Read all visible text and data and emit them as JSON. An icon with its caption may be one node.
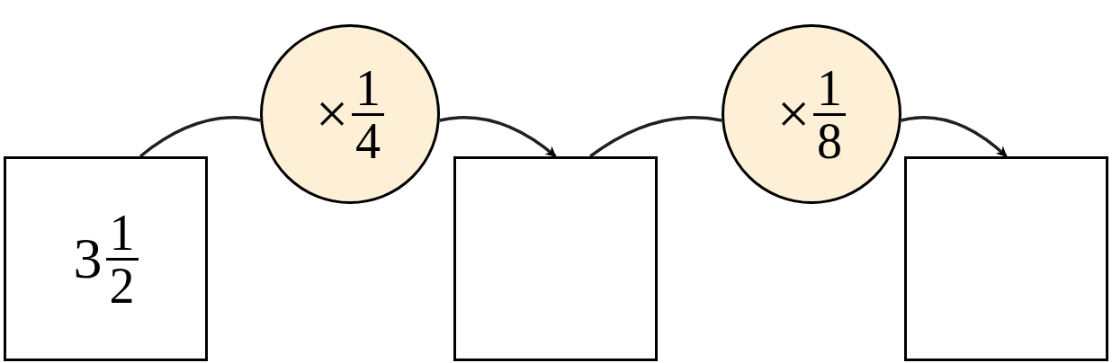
{
  "diagram": {
    "nodes": [
      {
        "text": [
          "3",
          "1",
          "2"
        ]
      },
      {
        "text": [
          "×",
          "1",
          "4"
        ]
      },
      {
        "text": [],
        "shape": "box"
      },
      {
        "text": [
          "×",
          "1",
          "8"
        ]
      },
      {
        "text": [],
        "shape": "box"
      }
    ],
    "edges": [
      {
        "from": 0,
        "to": 1,
        "arrow": "none"
      },
      {
        "from": 1,
        "to": 2,
        "arrow": "to"
      },
      {
        "from": 2,
        "to": 3,
        "arrow": "none"
      },
      {
        "from": 3,
        "to": 4,
        "arrow": "to"
      }
    ]
  }
}
